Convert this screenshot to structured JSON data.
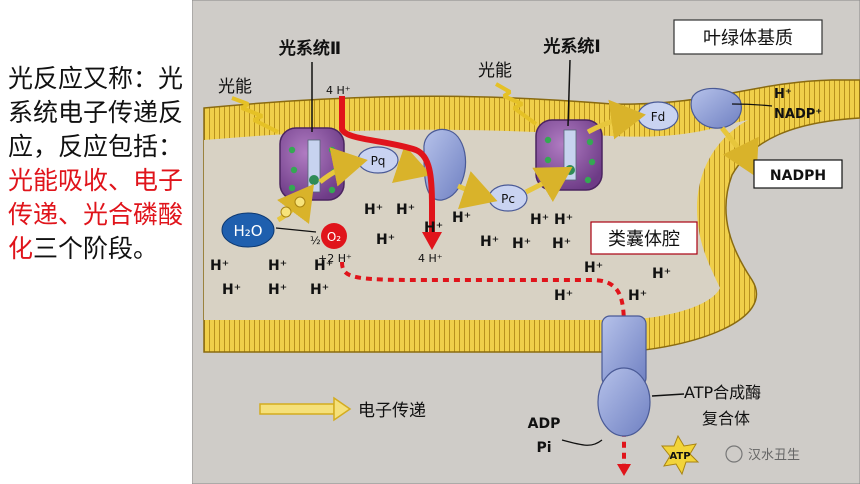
{
  "intro": {
    "lead": "光反应又称：光系统电子传递反应，反应包括：",
    "stages": "光能吸收、电子传递、光合磷酸化",
    "tail": "三个阶段。"
  },
  "labels": {
    "stroma": "叶绿体基质",
    "lumen": "类囊体腔",
    "ps2": "光系统Ⅱ",
    "ps1": "光系统Ⅰ",
    "light1": "光能",
    "light2": "光能",
    "h2o": "H₂O",
    "o2": "O₂",
    "half": "½",
    "two_h": "+2 H⁺",
    "four_h_top": "4 H⁺",
    "four_h_mid": "4 H⁺",
    "pq": "Pq",
    "pc": "Pc",
    "fd": "Fd",
    "h_plus": "H⁺",
    "nadp_plus": "NADP⁺",
    "nadph": "NADPH",
    "atp_synthase_1": "ATP合成酶",
    "atp_synthase_2": "复合体",
    "adp": "ADP",
    "pi": "Pi",
    "atp": "ATP",
    "legend": "电子传递",
    "watermark": "汉水丑生"
  },
  "colors": {
    "highlight_red": "#e0141b",
    "membrane_yellow": "#e8c23a",
    "lumen_bg": "#d8d2c4",
    "stroma_bg": "#c9c6c2",
    "complex_purple": "#8a4f9e",
    "protein_blue": "#8f9ed3"
  }
}
